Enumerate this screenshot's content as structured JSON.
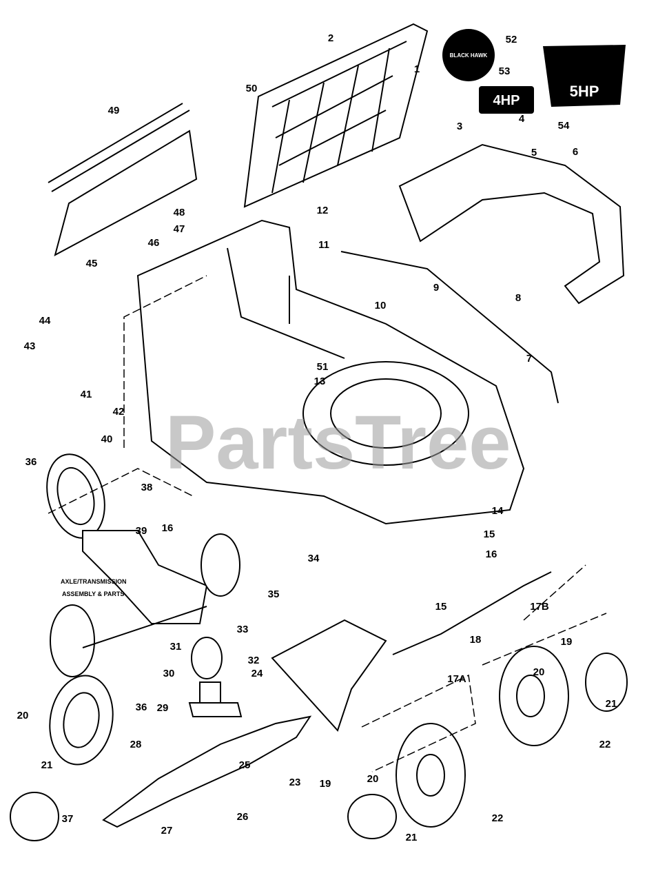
{
  "diagram": {
    "watermark": "PartsTree",
    "note": [
      "AXLE/TRANSMISSION",
      "ASSEMBLY & PARTS"
    ],
    "decals": {
      "logo_52": "BLACK HAWK",
      "hp_53": "4HP",
      "hp_54": "5HP"
    },
    "callouts": [
      "2",
      "50",
      "1",
      "52",
      "53",
      "54",
      "49",
      "3",
      "4",
      "5",
      "6",
      "48",
      "47",
      "12",
      "46",
      "11",
      "45",
      "9",
      "8",
      "10",
      "44",
      "7",
      "43",
      "51",
      "13",
      "41",
      "42",
      "40",
      "36",
      "38",
      "14",
      "39",
      "16",
      "15",
      "16",
      "34",
      "35",
      "17B",
      "15",
      "33",
      "18",
      "31",
      "19",
      "32",
      "24",
      "17A",
      "20",
      "30",
      "36",
      "29",
      "21",
      "20",
      "22",
      "28",
      "25",
      "21",
      "23",
      "20",
      "19",
      "22",
      "37",
      "26",
      "27",
      "21"
    ]
  }
}
